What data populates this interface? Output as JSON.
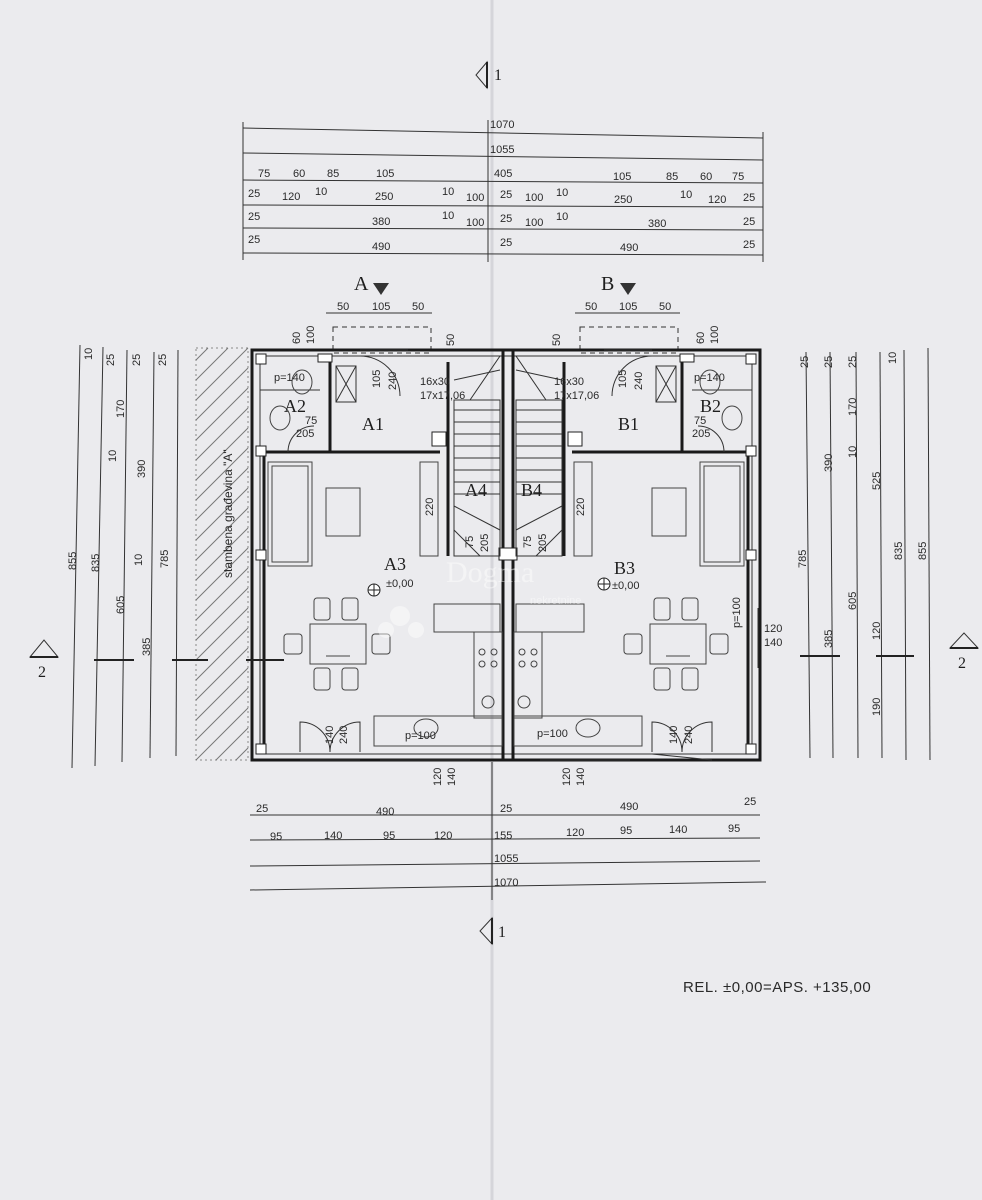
{
  "section_markers": {
    "top": "1",
    "bottom": "1",
    "left": "2",
    "right": "2"
  },
  "view_markers": {
    "left": "A",
    "right": "B"
  },
  "top_dims": {
    "overall": "1070",
    "inner": "1055",
    "mid": "405",
    "row3_left": [
      "75",
      "60",
      "85",
      "105"
    ],
    "row3_right": [
      "105",
      "85",
      "60",
      "75"
    ],
    "row4_left": [
      "25",
      "120",
      "10",
      "250",
      "10",
      "100",
      "25"
    ],
    "row4_right": [
      "100",
      "10",
      "250",
      "10",
      "120",
      "25"
    ],
    "row5_left": [
      "25",
      "380",
      "10",
      "100",
      "25"
    ],
    "row5_right": [
      "100",
      "10",
      "380",
      "25"
    ],
    "row6_left": [
      "25",
      "490",
      "25"
    ],
    "row6_right": [
      "490",
      "25"
    ]
  },
  "window_dims": {
    "a_top": [
      "50",
      "105",
      "50"
    ],
    "b_top": [
      "50",
      "105",
      "50"
    ]
  },
  "bottom_dims": {
    "row1": [
      "25",
      "490",
      "25",
      "490",
      "25"
    ],
    "row2": [
      "95",
      "140",
      "95",
      "120",
      "155",
      "120",
      "95",
      "140",
      "95"
    ],
    "inner": "1055",
    "overall": "1070"
  },
  "left_dims": {
    "overall": "855",
    "inner": "835",
    "upper": "170",
    "mid": "390",
    "lower": "605",
    "lower2": "385",
    "big": "785",
    "small": [
      "10",
      "25",
      "25",
      "25",
      "10",
      "10"
    ]
  },
  "right_dims": {
    "overall": "855",
    "inner": "835",
    "upper": "170",
    "big": "525",
    "mid": "390",
    "lower": "605",
    "lower2": "385",
    "sub": "120",
    "sub2": "190",
    "right_785": "785",
    "small": [
      "25",
      "25",
      "25",
      "10",
      "10"
    ]
  },
  "rooms": {
    "a1": "A1",
    "a2": "A2",
    "a3": "A3",
    "a4": "A4",
    "b1": "B1",
    "b2": "B2",
    "b3": "B3",
    "b4": "B4"
  },
  "room_labels": {
    "a2_p": "p=140",
    "b2_p": "p=140",
    "a_stair": "16x30",
    "a_stair2": "17x17,06",
    "b_stair": "16x30",
    "b_stair2": "17x17,06",
    "a3_level": "±0,00",
    "b3_level": "±0,00",
    "a_kitchen_p": "p=100",
    "b_kitchen_p": "p=100",
    "b_side_p": "p=100",
    "a2_dims": [
      "75",
      "205"
    ],
    "b2_dims": [
      "75",
      "205"
    ],
    "a1_door": [
      "105",
      "240"
    ],
    "b1_door": [
      "105",
      "240"
    ],
    "a_top_win": [
      "60",
      "100"
    ],
    "b_top_win": [
      "60",
      "100"
    ],
    "a_stair_w": "220",
    "b_stair_w": "220",
    "a_stair_small": [
      "75",
      "205"
    ],
    "b_stair_small": [
      "75",
      "205"
    ],
    "a_bottom_door": [
      "140",
      "240"
    ],
    "b_bottom_door": [
      "140",
      "240"
    ],
    "a_bottom_win": [
      "120",
      "140"
    ],
    "b_bottom_win": [
      "120",
      "140"
    ],
    "b_side_win": [
      "120",
      "140"
    ],
    "a_top_50": "50",
    "b_top_50": "50"
  },
  "neighbor_label": "stambena građevina \"A\"",
  "watermark": {
    "name": "Dogma",
    "sub": "nekretnine"
  },
  "note": "REL. ±0,00=APS. +135,00"
}
